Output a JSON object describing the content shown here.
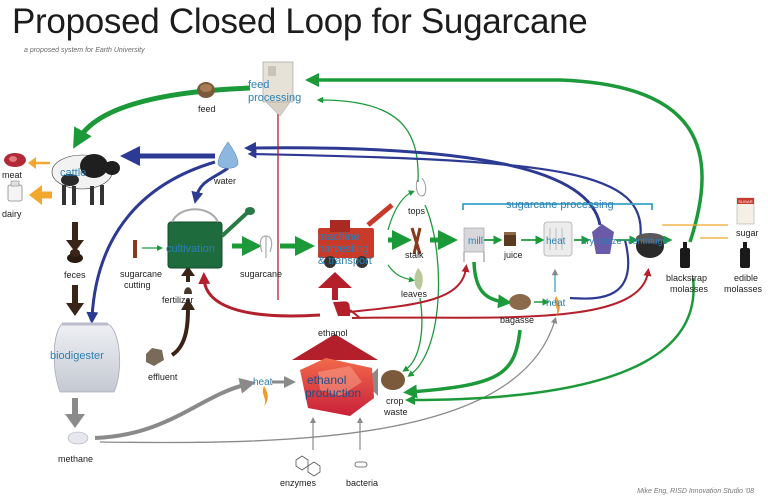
{
  "header": {
    "title": "Proposed Closed Loop for Sugarcane",
    "subtitle": "a proposed system for Earth University",
    "credit": "Mike Eng, RISD Innovation Studio '08"
  },
  "labels": {
    "feed": "feed",
    "feed_processing_1": "feed",
    "feed_processing_2": "processing",
    "meat": "meat",
    "dairy": "dairy",
    "cattle": "cattle",
    "water": "water",
    "feces": "feces",
    "sugarcane_cutting_1": "sugarcane",
    "sugarcane_cutting_2": "cutting",
    "fertilizer": "fertilizer",
    "cultivation": "cultivation",
    "sugarcane": "sugarcane",
    "machine_1": "machine",
    "machine_2": "harvesting",
    "machine_3": "& transport",
    "tops": "tops",
    "stalk": "stalk",
    "leaves": "leaves",
    "sugarcane_processing": "sugarcane processing",
    "mill": "mill",
    "juice": "juice",
    "heat_top": "heat",
    "crystallize": "crystallize",
    "centrifuge": "centrifuge",
    "sugar": "sugar",
    "sugar_box": "SUGAR",
    "blackstrap_1": "blackstrap",
    "blackstrap_2": "molasses",
    "edible_1": "edible",
    "edible_2": "molasses",
    "bagasse": "bagasse",
    "heat_mid": "heat",
    "ethanol": "ethanol",
    "ethanol_prod_1": "ethanol",
    "ethanol_prod_2": "production",
    "heat_low": "heat",
    "crop_waste_1": "crop",
    "crop_waste_2": "waste",
    "biodigester": "biodigester",
    "effluent": "effluent",
    "methane": "methane",
    "enzymes": "enzymes",
    "bacteria": "bacteria"
  },
  "colors": {
    "green": "#1c9a3a",
    "blue": "#2c3a94",
    "red": "#b3202c",
    "brown": "#3a2418",
    "gray": "#8a8a8a",
    "orange": "#f2a82e",
    "label_blue": "#2d7fb4",
    "teal_line": "#38a3c9"
  },
  "icons": [
    "cattle-icon",
    "water-drop-icon",
    "watering-can-icon",
    "harvester-icon",
    "fuel-pump-icon",
    "ethanol-crystal-icon",
    "biodigester-icon",
    "mill-icon",
    "heater-icon",
    "crystal-icon",
    "centrifuge-icon",
    "molasses-bottle-icon",
    "sugar-box-icon",
    "flame-icon",
    "meat-icon",
    "milk-icon",
    "feed-icon",
    "feed-processor-icon",
    "bagasse-icon",
    "effluent-icon",
    "crop-waste-icon",
    "enzymes-icon",
    "bacteria-icon",
    "methane-icon",
    "sugarcane-icon",
    "juice-cup-icon",
    "stalk-icon",
    "leaves-icon",
    "tops-icon",
    "fertilizer-icon"
  ]
}
